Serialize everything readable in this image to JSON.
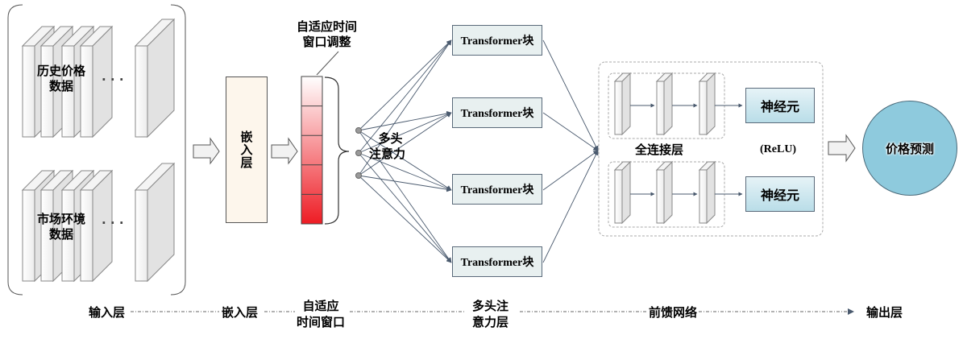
{
  "input_section": {
    "group_top_label": [
      "历史价格",
      "数据"
    ],
    "group_bottom_label": [
      "市场环境",
      "数据"
    ],
    "ellipsis": "· · ·"
  },
  "embedding": {
    "label": "嵌入层"
  },
  "time_window": {
    "callout": [
      "自适应时间",
      "窗口调整"
    ],
    "segments": 5,
    "gradient_from": "#ffffff",
    "gradient_to": "#ee1c24"
  },
  "attention": {
    "label": [
      "多头",
      "注意力"
    ],
    "nodes": 3
  },
  "transformer_blocks": [
    {
      "label": "Transformer块"
    },
    {
      "label": "Transformer块"
    },
    {
      "label": "Transformer块"
    },
    {
      "label": "Transformer块"
    }
  ],
  "feedforward": {
    "fc_label": "全连接层",
    "activation": "(ReLU)",
    "neurons": [
      {
        "label": "神经元"
      },
      {
        "label": "神经元"
      }
    ]
  },
  "output": {
    "label": "价格预测"
  },
  "pipeline": [
    {
      "label": [
        "输入层"
      ]
    },
    {
      "label": [
        "嵌入层"
      ]
    },
    {
      "label": [
        "自适应",
        "时间窗口"
      ]
    },
    {
      "label": [
        "多头注",
        "意力层"
      ]
    },
    {
      "label": [
        "前馈网络"
      ]
    },
    {
      "label": [
        "输出层"
      ]
    }
  ],
  "colors": {
    "line": "#4a5a6e",
    "node": "#9a9a9a",
    "transformer_fill": "#e8f0f0",
    "neuron_fill": "#b9dde8",
    "output_fill": "#8ecadd",
    "embed_fill": "#fdf6ec"
  }
}
